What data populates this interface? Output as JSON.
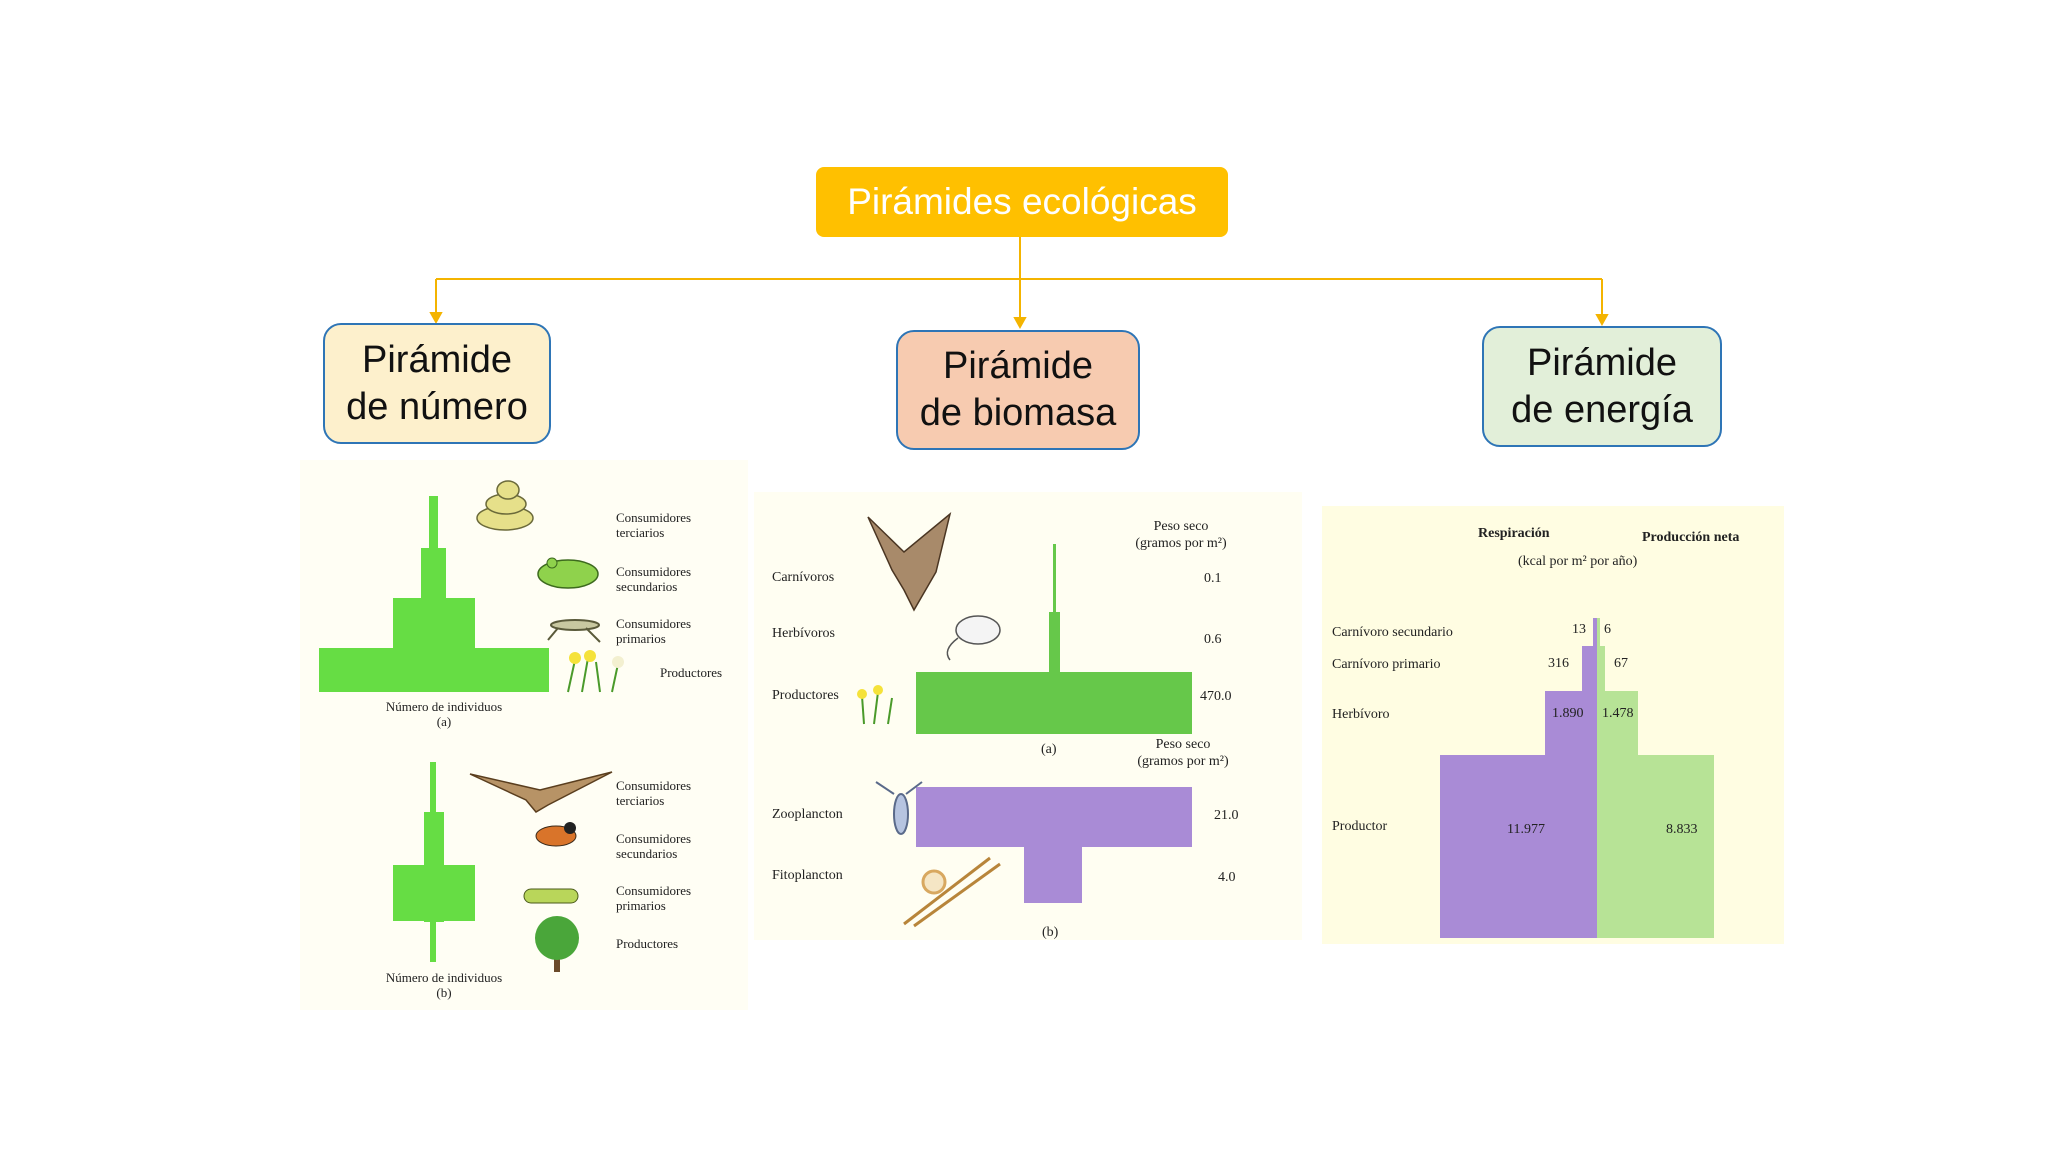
{
  "title": "Pirámides ecológicas",
  "categories": [
    {
      "line1": "Pirámide",
      "line2": "de número",
      "fill": "#fdf0cc"
    },
    {
      "line1": "Pirámide",
      "line2": "de biomasa",
      "fill": "#f7cbb0"
    },
    {
      "line1": "Pirámide",
      "line2": "de energía",
      "fill": "#e2efd9"
    }
  ],
  "colors": {
    "accent": "#ffc000",
    "border": "#2e75b6",
    "pyramid_green": "#66dd44",
    "biomass_green": "#66c84a",
    "purple": "#a98bd6",
    "light_green": "#b7e396"
  },
  "numero": {
    "a": {
      "levels": [
        "Consumidores terciarios",
        "Consumidores secundarios",
        "Consumidores primarios",
        "Productores"
      ],
      "axis": "Número de individuos",
      "tag": "(a)"
    },
    "b": {
      "levels": [
        "Consumidores terciarios",
        "Consumidores secundarios",
        "Consumidores primarios",
        "Productores"
      ],
      "axis": "Número de individuos",
      "tag": "(b)"
    }
  },
  "biomasa": {
    "a": {
      "header": [
        "Peso seco",
        "(gramos por m²)"
      ],
      "rows": [
        {
          "label": "Carnívoros",
          "value": "0.1"
        },
        {
          "label": "Herbívoros",
          "value": "0.6"
        },
        {
          "label": "Productores",
          "value": "470.0"
        }
      ],
      "tag": "(a)"
    },
    "b": {
      "header": [
        "Peso seco",
        "(gramos por m²)"
      ],
      "rows": [
        {
          "label": "Zooplancton",
          "value": "21.0"
        },
        {
          "label": "Fitoplancton",
          "value": "4.0"
        }
      ],
      "tag": "(b)"
    }
  },
  "energia": {
    "col_resp": "Respiración",
    "col_prod": "Producción neta",
    "units": "(kcal por m² por año)",
    "rows": [
      {
        "label": "Carnívoro secundario",
        "resp": "13",
        "prod": "6"
      },
      {
        "label": "Carnívoro primario",
        "resp": "316",
        "prod": "67"
      },
      {
        "label": "Herbívoro",
        "resp": "1.890",
        "prod": "1.478"
      },
      {
        "label": "Productor",
        "resp": "11.977",
        "prod": "8.833"
      }
    ]
  }
}
